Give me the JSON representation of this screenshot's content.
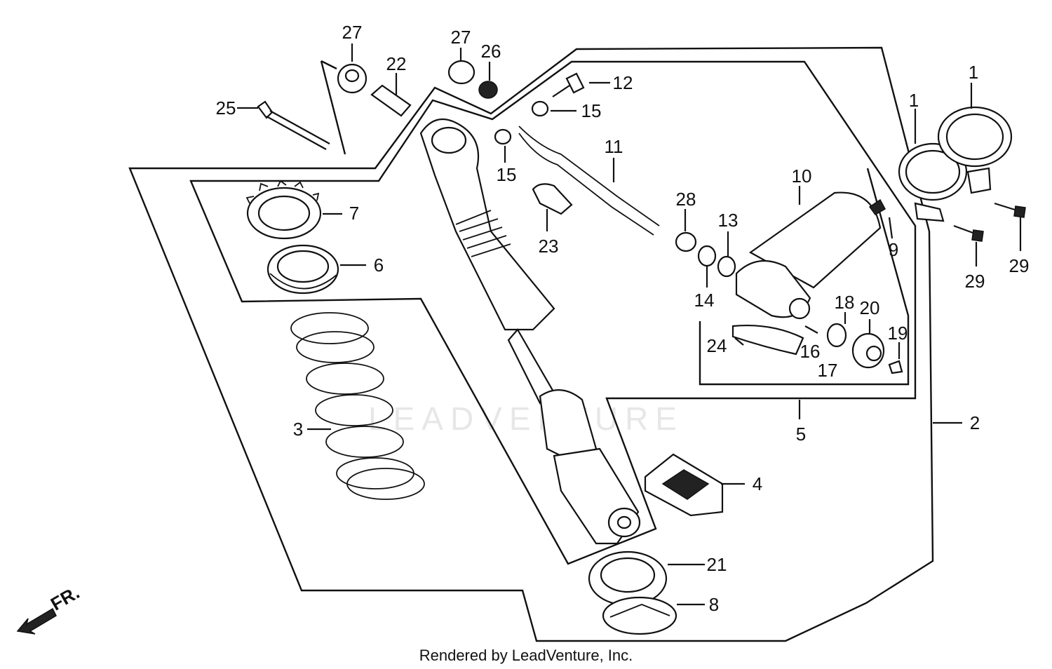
{
  "diagram": {
    "callouts": [
      "1",
      "1",
      "2",
      "3",
      "4",
      "5",
      "6",
      "7",
      "8",
      "9",
      "10",
      "11",
      "12",
      "13",
      "14",
      "15",
      "15",
      "16",
      "17",
      "18",
      "19",
      "20",
      "21",
      "22",
      "23",
      "24",
      "25",
      "26",
      "27",
      "27",
      "28",
      "29",
      "29"
    ],
    "direction_label": "FR.",
    "watermark": "LEADVENTURE",
    "footer": "Rendered by LeadVenture, Inc."
  }
}
